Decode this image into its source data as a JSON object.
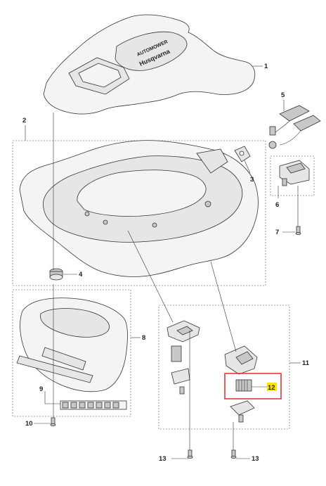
{
  "brand_text": "Husqvarna",
  "model_text": "AUTOMOWER",
  "callouts": [
    {
      "id": "1",
      "label": "1"
    },
    {
      "id": "2",
      "label": "2"
    },
    {
      "id": "3",
      "label": "3"
    },
    {
      "id": "4",
      "label": "4"
    },
    {
      "id": "5",
      "label": "5"
    },
    {
      "id": "6",
      "label": "6"
    },
    {
      "id": "7",
      "label": "7"
    },
    {
      "id": "8",
      "label": "8"
    },
    {
      "id": "9",
      "label": "9"
    },
    {
      "id": "10",
      "label": "10"
    },
    {
      "id": "11",
      "label": "11"
    },
    {
      "id": "12",
      "label": "12"
    },
    {
      "id": "13a",
      "label": "13"
    },
    {
      "id": "13b",
      "label": "13"
    }
  ],
  "highlighted_part": "12",
  "colors": {
    "highlight_box": "#e53935",
    "highlight_label": "#ffe600",
    "line": "#333333"
  }
}
